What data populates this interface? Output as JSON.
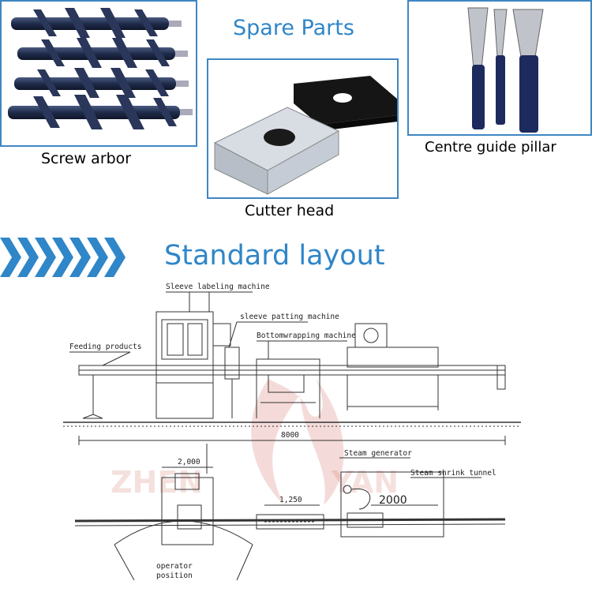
{
  "spare_parts": {
    "title": "Spare Parts",
    "screw_arbor": "Screw arbor",
    "cutter_head": "Cutter head",
    "centre_guide_pillar": "Centre guide pillar"
  },
  "layout": {
    "title": "Standard layout",
    "side_view": {
      "sleeve_labeling_machine": "Sleeve labeling machine",
      "sleeve_patting_machine": "sleeve patting machine",
      "bottom_wrapping_machine": "Bottomwrapping machine",
      "feeding_products": "Feeding products",
      "length": "8000"
    },
    "top_view": {
      "width_left": "2,000",
      "width_mid": "1,250",
      "width_tunnel": "2000",
      "steam_generator": "Steam generator",
      "steam_shrink_tunnel": "Steam shrink tunnel",
      "operator_position": "operator position"
    },
    "watermark": {
      "left": "ZHEN",
      "right": "YAN"
    }
  },
  "colors": {
    "accent": "#2f86c8",
    "frame": "#3f86c4",
    "part": "#1f2b4a"
  }
}
